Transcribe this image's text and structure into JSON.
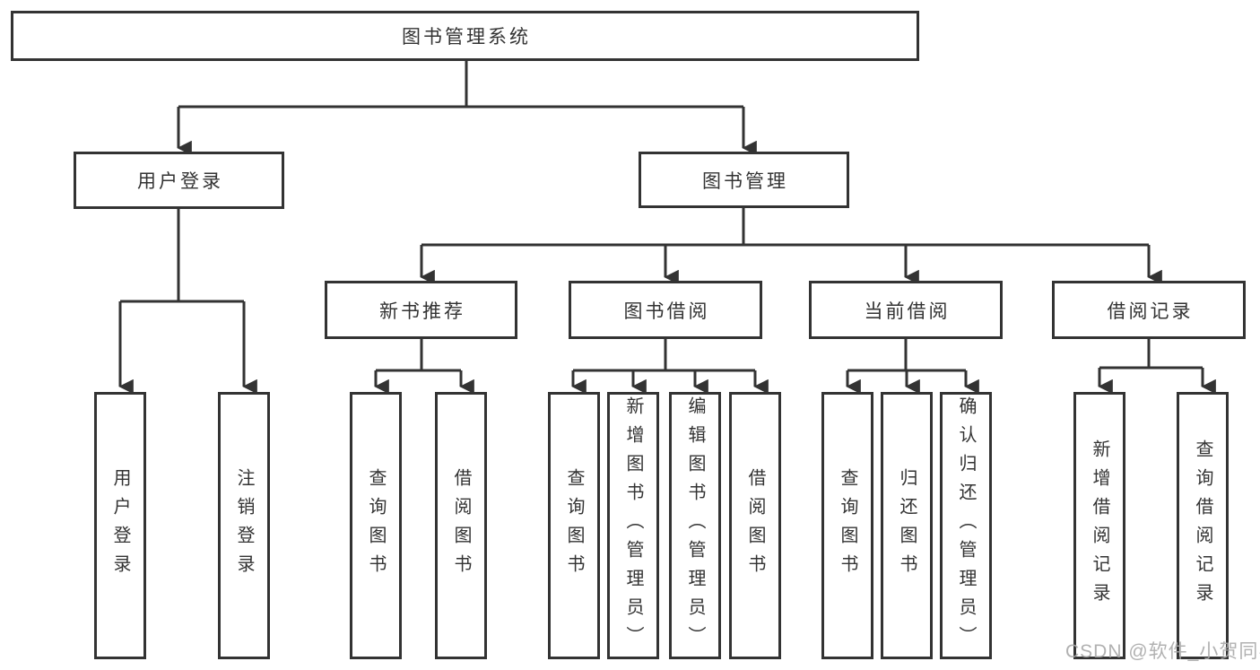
{
  "diagram": {
    "tree": {
      "label": "图书管理系统",
      "children": [
        {
          "label": "用户登录",
          "children": [
            {
              "label": "用户登录"
            },
            {
              "label": "注销登录"
            }
          ]
        },
        {
          "label": "图书管理",
          "children": [
            {
              "label": "新书推荐",
              "children": [
                {
                  "label": "查询图书"
                },
                {
                  "label": "借阅图书"
                }
              ]
            },
            {
              "label": "图书借阅",
              "children": [
                {
                  "label": "查询图书"
                },
                {
                  "label": "新增图书（管理员）"
                },
                {
                  "label": "编辑图书（管理员）"
                },
                {
                  "label": "借阅图书"
                }
              ]
            },
            {
              "label": "当前借阅",
              "children": [
                {
                  "label": "查询图书"
                },
                {
                  "label": "归还图书"
                },
                {
                  "label": "确认归还（管理员）"
                }
              ]
            },
            {
              "label": "借阅记录",
              "children": [
                {
                  "label": "新增借阅记录"
                },
                {
                  "label": "查询借阅记录"
                }
              ]
            }
          ]
        }
      ]
    },
    "colors": {
      "line": "#333333",
      "text": "#333333",
      "background": "#ffffff",
      "watermark": "#a8a8a8"
    }
  },
  "watermark": {
    "text": "CSDN @软件_小贺同学"
  }
}
